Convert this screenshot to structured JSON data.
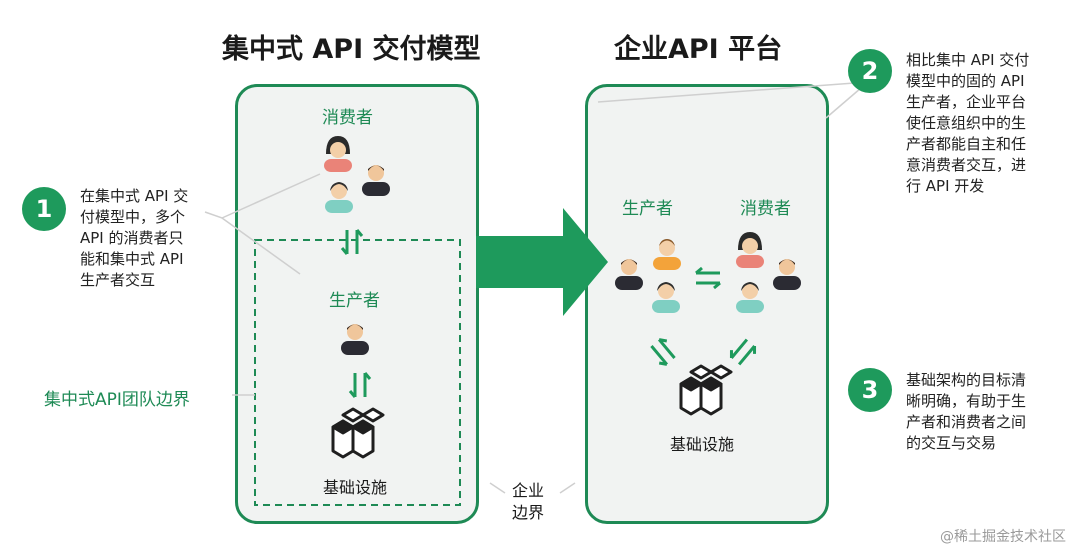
{
  "diagram": {
    "left_title": "集中式 API 交付模型",
    "right_title": "企业API 平台",
    "left_panel": {
      "consumers_label": "消费者",
      "producer_label": "生产者",
      "infra_label": "基础设施",
      "team_boundary_label": "集中式API团队边界"
    },
    "right_panel": {
      "producers_label": "生产者",
      "consumers_label": "消费者",
      "infra_label": "基础设施"
    },
    "enterprise_boundary": [
      "企业",
      "边界"
    ],
    "notes": [
      {
        "number": "1",
        "lines": [
          "在集中式 API 交",
          "付模型中，多个",
          "API 的消费者只",
          "能和集中式 API",
          "生产者交互"
        ]
      },
      {
        "number": "2",
        "lines": [
          "相比集中 API 交付",
          "模型中的固的 API",
          "生产者，企业平台",
          "使任意组织中的生",
          "产者都能自主和任",
          "意消费者交互，进",
          "行 API 开发"
        ]
      },
      {
        "number": "3",
        "lines": [
          "基础架构的目标清",
          "晰明确，有助于生",
          "产者和消费者之间",
          "的交互与交易"
        ]
      }
    ],
    "watermark": "@稀土掘金技术社区",
    "colors": {
      "accent": "#1e8a55",
      "badge": "#1e9a5c",
      "panel_bg": "#f1f3f2"
    }
  }
}
